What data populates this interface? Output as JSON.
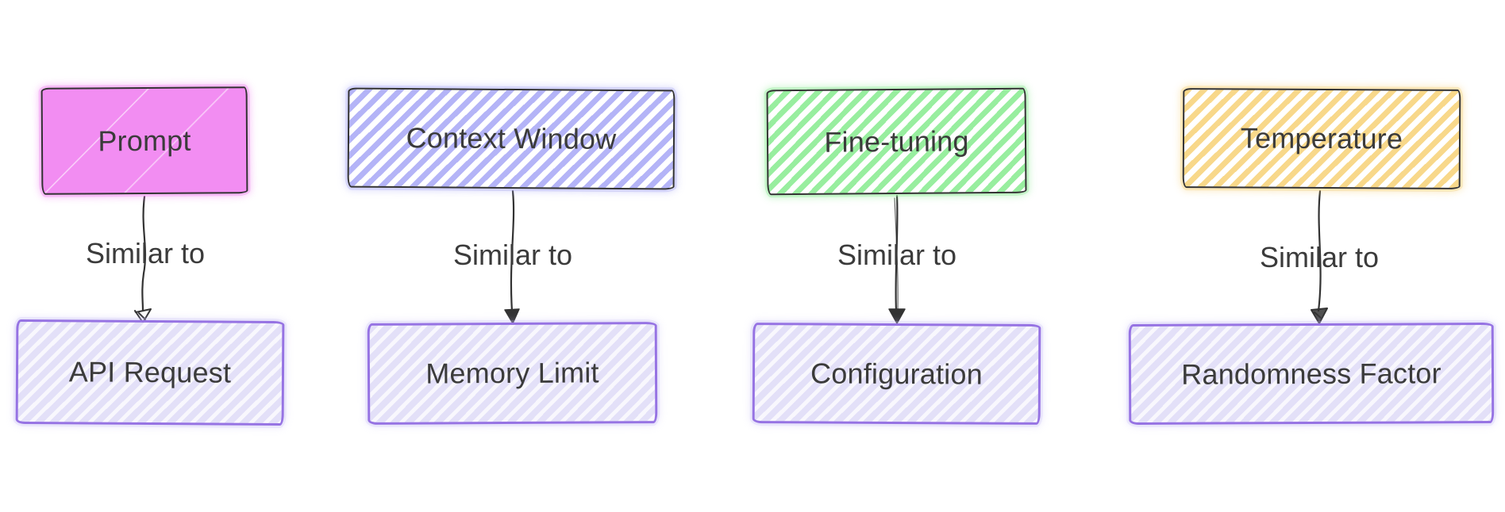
{
  "diagram": {
    "background_color": "#ffffff",
    "text_color": "#3b3b3b",
    "arrow_color": "#333333",
    "source_border_color": "#333333",
    "target_border_color": "#9673e3",
    "target_fill_color": "#e3e0f8",
    "columns": [
      {
        "source": {
          "label": "Prompt",
          "fill": "#f28df2",
          "fill_style": "solid"
        },
        "relation_label": "Similar to",
        "target": {
          "label": "API Request"
        }
      },
      {
        "source": {
          "label": "Context Window",
          "fill": "#b4b4f7",
          "fill_style": "hatch"
        },
        "relation_label": "Similar to",
        "target": {
          "label": "Memory Limit"
        }
      },
      {
        "source": {
          "label": "Fine-tuning",
          "fill": "#98ee9f",
          "fill_style": "hatch"
        },
        "relation_label": "Similar to",
        "target": {
          "label": "Configuration"
        }
      },
      {
        "source": {
          "label": "Temperature",
          "fill": "#f8d88a",
          "fill_style": "hatch"
        },
        "relation_label": "Similar to",
        "target": {
          "label": "Randomness Factor"
        }
      }
    ]
  }
}
